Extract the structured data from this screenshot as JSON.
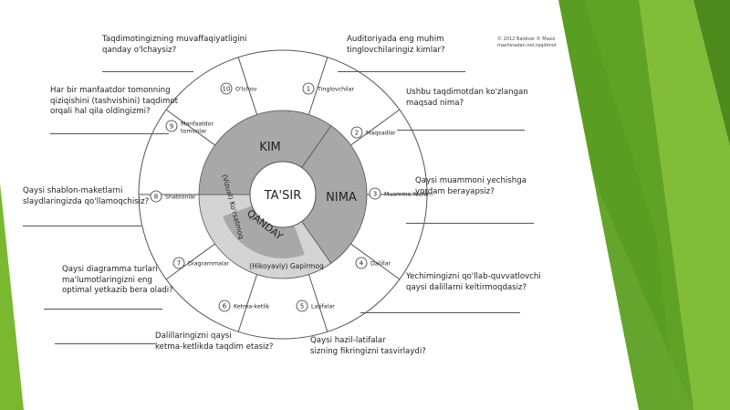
{
  "colors": {
    "green_dark": "#4e8b1f",
    "green_mid": "#76b52a",
    "green_light": "#a9d469",
    "ring_fill": "#ffffff",
    "inner_dark": "#a8a8a8",
    "inner_light": "#d4d4d4",
    "line": "#555555"
  },
  "copyright": {
    "line1": "© 2012 Baldisər © Masiz",
    "line2": "mashinadan.net.taqdimot"
  },
  "center": {
    "tasir": "TA'SIR",
    "kim": "KIM",
    "nima": "NIMA",
    "qanday": "QANDAY",
    "vizual": "(Vizual) Ko'rsatmoq",
    "hikoyaviy": "(Hikoyaviy) Gapirmoq"
  },
  "segments": [
    {
      "num": "1",
      "label": "Tinglovchilar"
    },
    {
      "num": "2",
      "label": "Maqsadlar"
    },
    {
      "num": "3",
      "label": "Muamme-Yechim"
    },
    {
      "num": "4",
      "label": "Dalillar"
    },
    {
      "num": "5",
      "label": "Latifalar"
    },
    {
      "num": "6",
      "label": "Ketma-ketlik"
    },
    {
      "num": "7",
      "label": "Diagrammalar"
    },
    {
      "num": "8",
      "label": "Shablonlar"
    },
    {
      "num": "9",
      "label": "Manfaatdor tomonlar"
    },
    {
      "num": "10",
      "label": "O'lchov"
    }
  ],
  "questions": [
    {
      "lines": [
        "Auditoriyada eng muhim",
        "tinglovchilaringiz kimlar?"
      ]
    },
    {
      "lines": [
        "Ushbu taqdimotdan ko'zlangan",
        "maqsad nima?"
      ]
    },
    {
      "lines": [
        "Qaysi muammoni yechishga",
        "yordam berayapsiz?"
      ]
    },
    {
      "lines": [
        "Yechimingizni qo'llab-quvvatlovchi",
        "qaysi dalillarni keltirmoqdasiz?"
      ]
    },
    {
      "lines": [
        "Qaysi hazil-latifalar",
        "sizning fikringizni tasvirlaydi?"
      ]
    },
    {
      "lines": [
        "Dalillaringizni qaysi",
        "ketma-ketlikda taqdim etasiz?"
      ]
    },
    {
      "lines": [
        "Qaysi diagramma turlari",
        "ma'lumotlaringizni eng",
        "optimal yetkazib bera oladi?"
      ]
    },
    {
      "lines": [
        "Qaysi shablon-maketlarni",
        "slaydlaringizda qo'llamoqchisiz?"
      ]
    },
    {
      "lines": [
        "Har bir manfaatdor tomonning",
        "qiziqishini (tashvishini) taqdimot",
        "orqali hal qila oldingizmi?"
      ]
    },
    {
      "lines": [
        "Taqdimotingizning muvaffaqiyatligini",
        "qanday o'lchaysiz?"
      ]
    }
  ]
}
